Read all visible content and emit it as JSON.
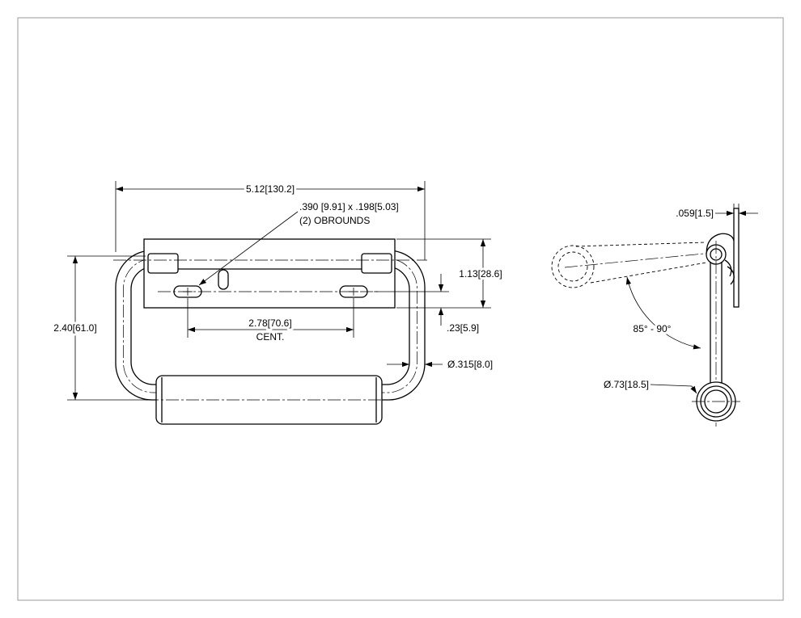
{
  "colors": {
    "line": "#000000",
    "border": "#9a9a9a",
    "background": "#ffffff"
  },
  "front_view": {
    "overall_width": "5.12[130.2]",
    "obround_size": ".390 [9.91] x .198[5.03]",
    "obround_count": "(2) OBROUNDS",
    "plate_height": "1.13[28.6]",
    "handle_height": "2.40[61.0]",
    "hole_spacing": "2.78[70.6]",
    "hole_spacing_note": "CENT.",
    "hole_offset": ".23[5.9]",
    "wire_diameter": "Ø.315[8.0]"
  },
  "side_view": {
    "plate_thickness": ".059[1.5]",
    "swing_angle": "85° - 90°",
    "grip_diameter": "Ø.73[18.5]"
  }
}
